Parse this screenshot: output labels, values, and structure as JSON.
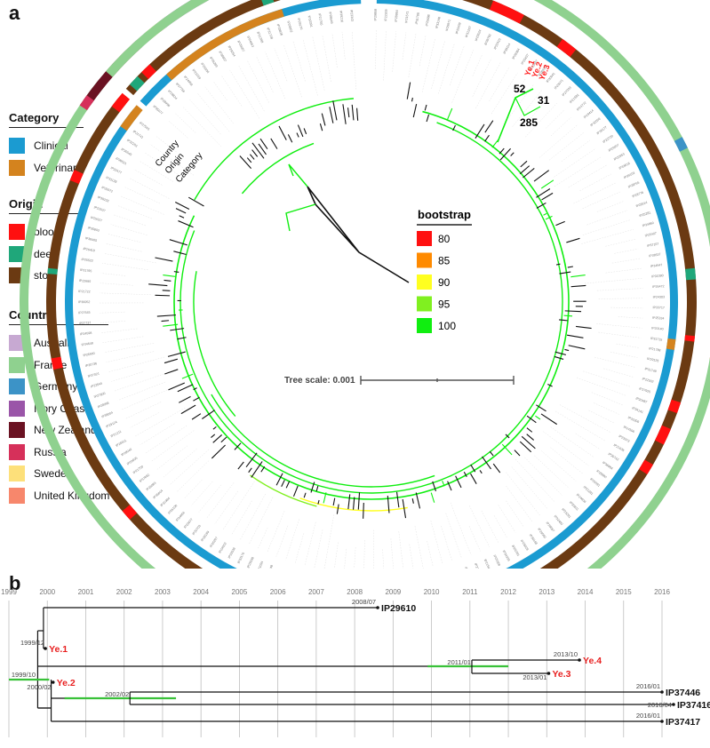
{
  "panel_a_label": "a",
  "panel_b_label": "b",
  "legends": {
    "category": {
      "title": "Category",
      "items": [
        {
          "label": "Clinical",
          "color": "#1b9bd1"
        },
        {
          "label": "Veterinary",
          "color": "#d4831e"
        }
      ]
    },
    "origin": {
      "title": "Origin",
      "items": [
        {
          "label": "blood",
          "color": "#ff1010"
        },
        {
          "label": "deep",
          "color": "#1fa77a"
        },
        {
          "label": "stool",
          "color": "#6b3a12"
        }
      ]
    },
    "country": {
      "title": "Country",
      "items": [
        {
          "label": "Australia",
          "color": "#c7a9d2"
        },
        {
          "label": "France",
          "color": "#8fd18f"
        },
        {
          "label": "Germany",
          "color": "#3c93c7"
        },
        {
          "label": "Ivory Coast",
          "color": "#9a55a8"
        },
        {
          "label": "New Zealand",
          "color": "#6a1222"
        },
        {
          "label": "Russia",
          "color": "#d6305a"
        },
        {
          "label": "Sweden",
          "color": "#fde07a"
        },
        {
          "label": "United Kingdom",
          "color": "#f7876c"
        }
      ]
    },
    "bootstrap": {
      "title": "bootstrap",
      "items": [
        {
          "label": "80",
          "color": "#ff1010"
        },
        {
          "label": "85",
          "color": "#ff8a00"
        },
        {
          "label": "90",
          "color": "#ffff20"
        },
        {
          "label": "95",
          "color": "#80f020"
        },
        {
          "label": "100",
          "color": "#10ee10"
        }
      ]
    }
  },
  "ring_labels": {
    "country": "Country",
    "origin": "Origin",
    "category": "Category"
  },
  "tree": {
    "scale_label": "Tree scale: 0.001",
    "node_labels": [
      "52",
      "31",
      "285"
    ],
    "highlight_tips": [
      "Ye.1",
      "Ye.2",
      "Ye.3"
    ]
  },
  "timeline": {
    "years": [
      "1999",
      "2000",
      "2001",
      "2002",
      "2003",
      "2004",
      "2005",
      "2006",
      "2007",
      "2008",
      "2009",
      "2010",
      "2011",
      "2012",
      "2013",
      "2014",
      "2015",
      "2016"
    ],
    "node_dates": [
      "1999/12",
      "1999/10",
      "2000/02",
      "2002/02",
      "2008/07",
      "2011/01",
      "2013/10",
      "2013/01",
      "2016/01",
      "2016/04",
      "2016/01"
    ],
    "tips": [
      {
        "label": "Ye.1",
        "color": "#e82020"
      },
      {
        "label": "Ye.2",
        "color": "#e82020"
      },
      {
        "label": "IP29610",
        "color": "#111111"
      },
      {
        "label": "Ye.4",
        "color": "#e82020"
      },
      {
        "label": "Ye.3",
        "color": "#e82020"
      },
      {
        "label": "IP37446",
        "color": "#111111"
      },
      {
        "label": "IP37416",
        "color": "#111111"
      },
      {
        "label": "IP37417",
        "color": "#111111"
      }
    ]
  }
}
